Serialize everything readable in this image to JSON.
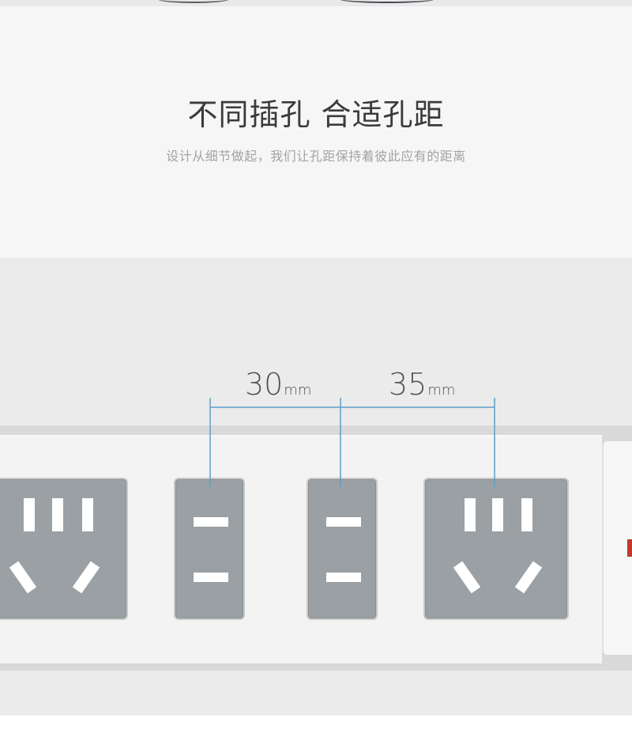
{
  "header": {
    "title": "不同插孔 合适孔距",
    "subtitle": "设计从细节做起，我们让孔距保持着彼此应有的距离"
  },
  "dimensions": [
    {
      "value": "30",
      "unit": "mm"
    },
    {
      "value": "35",
      "unit": "mm"
    }
  ],
  "colors": {
    "socket": "#9aa0a4",
    "strip": "#f3f3f3",
    "dimension_line": "#5aa0c8",
    "indicator": "#c0392b"
  }
}
